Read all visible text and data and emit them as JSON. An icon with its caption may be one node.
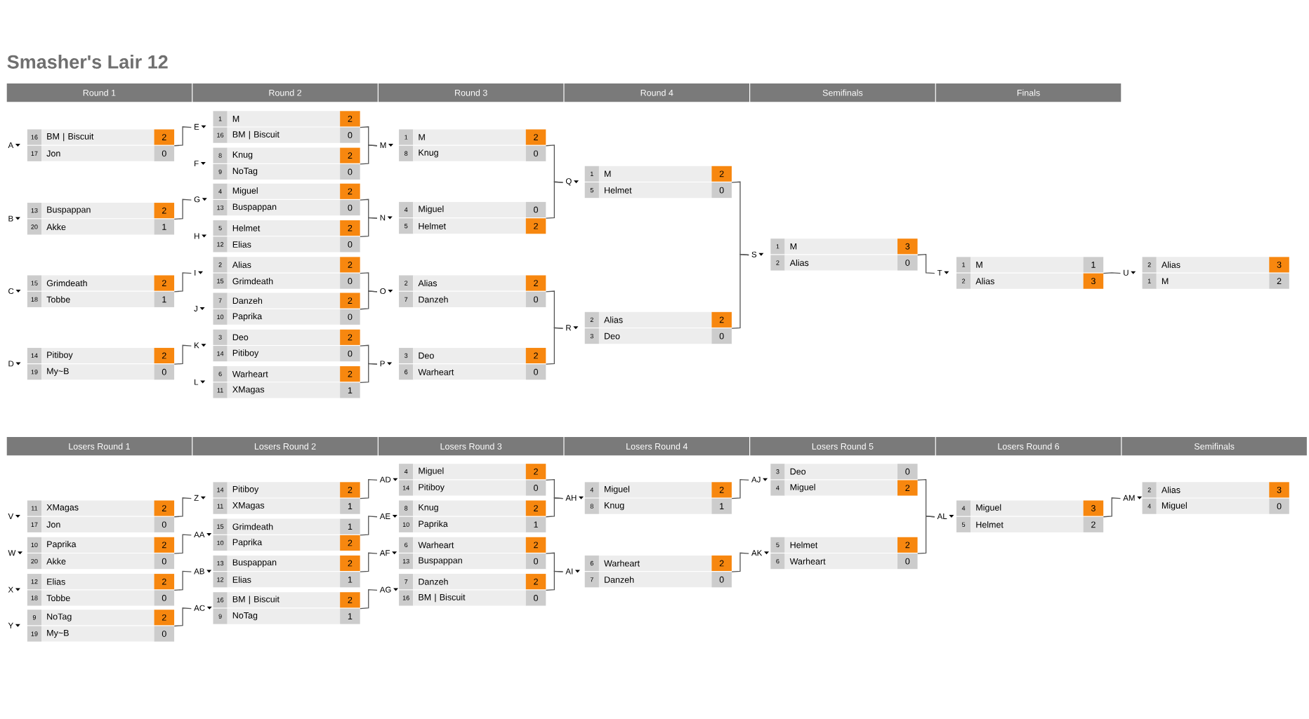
{
  "diagram": {
    "title": "Smasher's Lair 12",
    "nodes": [
      {
        "text": [
          "Round 1"
        ]
      },
      {
        "text": [
          "Round 2"
        ]
      },
      {
        "text": [
          "Round 3"
        ]
      },
      {
        "text": [
          "Round 4"
        ]
      },
      {
        "text": [
          "Semifinals"
        ]
      },
      {
        "text": [
          "Finals"
        ]
      },
      {
        "text": [
          "16",
          "BM | Biscuit",
          "2",
          "17",
          "Jon",
          "0"
        ],
        "beside": [
          "A"
        ]
      },
      {
        "text": [
          "13",
          "Buspappan",
          "2",
          "20",
          "Akke",
          "1"
        ],
        "beside": [
          "B"
        ]
      },
      {
        "text": [
          "15",
          "Grimdeath",
          "2",
          "18",
          "Tobbe",
          "1"
        ],
        "beside": [
          "C"
        ]
      },
      {
        "text": [
          "14",
          "Pitiboy",
          "2",
          "19",
          "My~B",
          "0"
        ],
        "beside": [
          "D"
        ]
      },
      {
        "text": [
          "1",
          "M",
          "2",
          "16",
          "BM | Biscuit",
          "0"
        ],
        "beside": [
          "E"
        ]
      },
      {
        "text": [
          "8",
          "Knug",
          "2",
          "9",
          "NoTag",
          "0"
        ],
        "beside": [
          "F"
        ]
      },
      {
        "text": [
          "4",
          "Miguel",
          "2",
          "13",
          "Buspappan",
          "0"
        ],
        "beside": [
          "G"
        ]
      },
      {
        "text": [
          "5",
          "Helmet",
          "2",
          "12",
          "Elias",
          "0"
        ],
        "beside": [
          "H"
        ]
      },
      {
        "text": [
          "2",
          "Alias",
          "2",
          "15",
          "Grimdeath",
          "0"
        ],
        "beside": [
          "I"
        ]
      },
      {
        "text": [
          "7",
          "Danzeh",
          "2",
          "10",
          "Paprika",
          "0"
        ],
        "beside": [
          "J"
        ]
      },
      {
        "text": [
          "3",
          "Deo",
          "2",
          "14",
          "Pitiboy",
          "0"
        ],
        "beside": [
          "K"
        ]
      },
      {
        "text": [
          "6",
          "Warheart",
          "2",
          "11",
          "XMagas",
          "1"
        ],
        "beside": [
          "L"
        ]
      },
      {
        "text": [
          "1",
          "M",
          "2",
          "8",
          "Knug",
          "0"
        ],
        "beside": [
          "M"
        ]
      },
      {
        "text": [
          "4",
          "Miguel",
          "0",
          "5",
          "Helmet",
          "2"
        ],
        "beside": [
          "N"
        ]
      },
      {
        "text": [
          "2",
          "Alias",
          "2",
          "7",
          "Danzeh",
          "0"
        ],
        "beside": [
          "O"
        ]
      },
      {
        "text": [
          "3",
          "Deo",
          "2",
          "6",
          "Warheart",
          "0"
        ],
        "beside": [
          "P"
        ]
      },
      {
        "text": [
          "1",
          "M",
          "2",
          "5",
          "Helmet",
          "0"
        ],
        "beside": [
          "Q"
        ]
      },
      {
        "text": [
          "2",
          "Alias",
          "2",
          "3",
          "Deo",
          "0"
        ],
        "beside": [
          "R"
        ]
      },
      {
        "text": [
          "1",
          "M",
          "3",
          "2",
          "Alias",
          "0"
        ],
        "beside": [
          "S"
        ]
      },
      {
        "text": [
          "1",
          "M",
          "1",
          "2",
          "Alias",
          "3"
        ],
        "beside": [
          "T"
        ]
      },
      {
        "text": [
          "2",
          "Alias",
          "3",
          "1",
          "M",
          "2"
        ],
        "beside": [
          "U"
        ]
      },
      {
        "text": [
          "Losers Round 1"
        ]
      },
      {
        "text": [
          "Losers Round 2"
        ]
      },
      {
        "text": [
          "Losers Round 3"
        ]
      },
      {
        "text": [
          "Losers Round 4"
        ]
      },
      {
        "text": [
          "Losers Round 5"
        ]
      },
      {
        "text": [
          "Losers Round 6"
        ]
      },
      {
        "text": [
          "Semifinals"
        ]
      },
      {
        "text": [
          "11",
          "XMagas",
          "2",
          "17",
          "Jon",
          "0"
        ],
        "beside": [
          "V"
        ]
      },
      {
        "text": [
          "10",
          "Paprika",
          "2",
          "20",
          "Akke",
          "0"
        ],
        "beside": [
          "W"
        ]
      },
      {
        "text": [
          "12",
          "Elias",
          "2",
          "18",
          "Tobbe",
          "0"
        ],
        "beside": [
          "X"
        ]
      },
      {
        "text": [
          "9",
          "NoTag",
          "2",
          "19",
          "My~B",
          "0"
        ],
        "beside": [
          "Y"
        ]
      },
      {
        "text": [
          "14",
          "Pitiboy",
          "2",
          "11",
          "XMagas",
          "1"
        ],
        "beside": [
          "Z"
        ]
      },
      {
        "text": [
          "15",
          "Grimdeath",
          "1",
          "10",
          "Paprika",
          "2"
        ],
        "beside": [
          "AA"
        ]
      },
      {
        "text": [
          "13",
          "Buspappan",
          "2",
          "12",
          "Elias",
          "1"
        ],
        "beside": [
          "AB"
        ]
      },
      {
        "text": [
          "16",
          "BM | Biscuit",
          "2",
          "9",
          "NoTag",
          "1"
        ],
        "beside": [
          "AC"
        ]
      },
      {
        "text": [
          "4",
          "Miguel",
          "2",
          "14",
          "Pitiboy",
          "0"
        ],
        "beside": [
          "AD"
        ]
      },
      {
        "text": [
          "8",
          "Knug",
          "2",
          "10",
          "Paprika",
          "1"
        ],
        "beside": [
          "AE"
        ]
      },
      {
        "text": [
          "6",
          "Warheart",
          "2",
          "13",
          "Buspappan",
          "0"
        ],
        "beside": [
          "AF"
        ]
      },
      {
        "text": [
          "7",
          "Danzeh",
          "2",
          "16",
          "BM | Biscuit",
          "0"
        ],
        "beside": [
          "AG"
        ]
      },
      {
        "text": [
          "4",
          "Miguel",
          "2",
          "8",
          "Knug",
          "1"
        ],
        "beside": [
          "AH"
        ]
      },
      {
        "text": [
          "6",
          "Warheart",
          "2",
          "7",
          "Danzeh",
          "0"
        ],
        "beside": [
          "AI"
        ]
      },
      {
        "text": [
          "3",
          "Deo",
          "0",
          "4",
          "Miguel",
          "2"
        ],
        "beside": [
          "AJ"
        ]
      },
      {
        "text": [
          "5",
          "Helmet",
          "2",
          "6",
          "Warheart",
          "0"
        ],
        "beside": [
          "AK"
        ]
      },
      {
        "text": [
          "4",
          "Miguel",
          "3",
          "5",
          "Helmet",
          "2"
        ],
        "beside": [
          "AL"
        ]
      },
      {
        "text": [
          "2",
          "Alias",
          "3",
          "4",
          "Miguel",
          "0"
        ],
        "beside": [
          "AM"
        ]
      }
    ],
    "edges": [
      {
        "from": 6,
        "to": 10,
        "arrow": "none"
      },
      {
        "from": 7,
        "to": 12,
        "arrow": "none"
      },
      {
        "from": 8,
        "to": 14,
        "arrow": "none"
      },
      {
        "from": 9,
        "to": 16,
        "arrow": "none"
      },
      {
        "from": 10,
        "to": 18,
        "arrow": "none"
      },
      {
        "from": 11,
        "to": 18,
        "arrow": "none"
      },
      {
        "from": 12,
        "to": 19,
        "arrow": "none"
      },
      {
        "from": 13,
        "to": 19,
        "arrow": "none"
      },
      {
        "from": 14,
        "to": 20,
        "arrow": "none"
      },
      {
        "from": 15,
        "to": 20,
        "arrow": "none"
      },
      {
        "from": 16,
        "to": 21,
        "arrow": "none"
      },
      {
        "from": 17,
        "to": 21,
        "arrow": "none"
      },
      {
        "from": 18,
        "to": 22,
        "arrow": "none"
      },
      {
        "from": 19,
        "to": 22,
        "arrow": "none"
      },
      {
        "from": 20,
        "to": 23,
        "arrow": "none"
      },
      {
        "from": 21,
        "to": 23,
        "arrow": "none"
      },
      {
        "from": 22,
        "to": 24,
        "arrow": "none"
      },
      {
        "from": 23,
        "to": 24,
        "arrow": "none"
      },
      {
        "from": 24,
        "to": 25,
        "arrow": "none"
      },
      {
        "from": 25,
        "to": 26,
        "arrow": "none"
      },
      {
        "from": 34,
        "to": 38,
        "arrow": "none"
      },
      {
        "from": 35,
        "to": 39,
        "arrow": "none"
      },
      {
        "from": 36,
        "to": 40,
        "arrow": "none"
      },
      {
        "from": 37,
        "to": 41,
        "arrow": "none"
      },
      {
        "from": 38,
        "to": 42,
        "arrow": "none"
      },
      {
        "from": 39,
        "to": 43,
        "arrow": "none"
      },
      {
        "from": 40,
        "to": 44,
        "arrow": "none"
      },
      {
        "from": 41,
        "to": 45,
        "arrow": "none"
      },
      {
        "from": 42,
        "to": 46,
        "arrow": "none"
      },
      {
        "from": 43,
        "to": 46,
        "arrow": "none"
      },
      {
        "from": 44,
        "to": 47,
        "arrow": "none"
      },
      {
        "from": 45,
        "to": 47,
        "arrow": "none"
      },
      {
        "from": 46,
        "to": 48,
        "arrow": "none"
      },
      {
        "from": 47,
        "to": 49,
        "arrow": "none"
      },
      {
        "from": 48,
        "to": 50,
        "arrow": "none"
      },
      {
        "from": 49,
        "to": 50,
        "arrow": "none"
      },
      {
        "from": 50,
        "to": 51,
        "arrow": "none"
      }
    ]
  }
}
